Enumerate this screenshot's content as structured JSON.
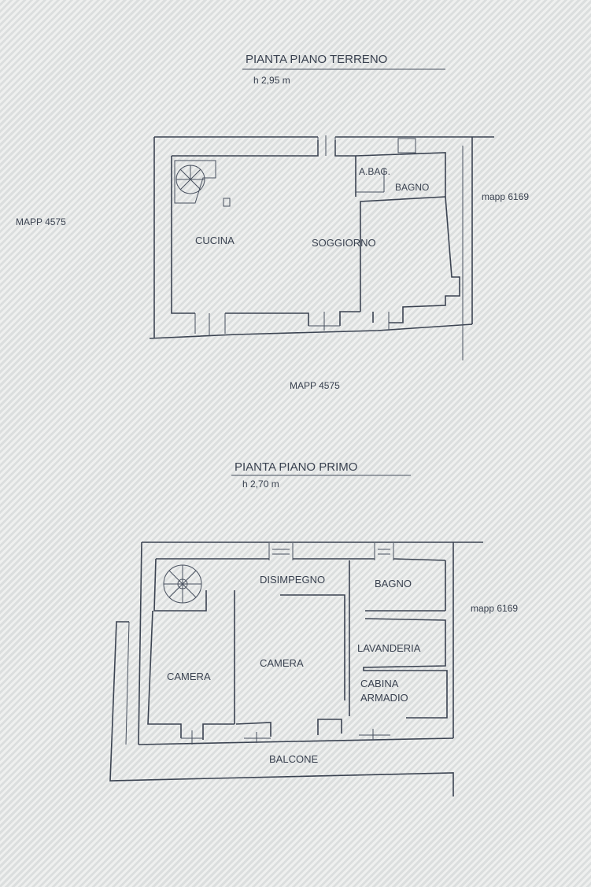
{
  "ground_floor": {
    "title": "PIANTA PIANO TERRENO",
    "height": "h 2,95 m",
    "rooms": {
      "cucina": "CUCINA",
      "soggiorno": "SOGGIORNO",
      "antibagno": "A.BAG.",
      "bagno": "BAGNO"
    },
    "neighbors": {
      "left": "MAPP 4575",
      "right": "mapp 6169",
      "bottom": "MAPP 4575"
    }
  },
  "first_floor": {
    "title": "PIANTA PIANO PRIMO",
    "height": "h 2,70 m",
    "rooms": {
      "disimpegno": "DISIMPEGNO",
      "bagno": "BAGNO",
      "lavanderia": "LAVANDERIA",
      "cabina_line1": "CABINA",
      "cabina_line2": "ARMADIO",
      "camera_left": "CAMERA",
      "camera_center": "CAMERA",
      "balcone": "BALCONE"
    },
    "neighbors": {
      "right": "mapp 6169"
    }
  },
  "colors": {
    "ink": "#3c4452",
    "paper": "#e6e8e7"
  }
}
